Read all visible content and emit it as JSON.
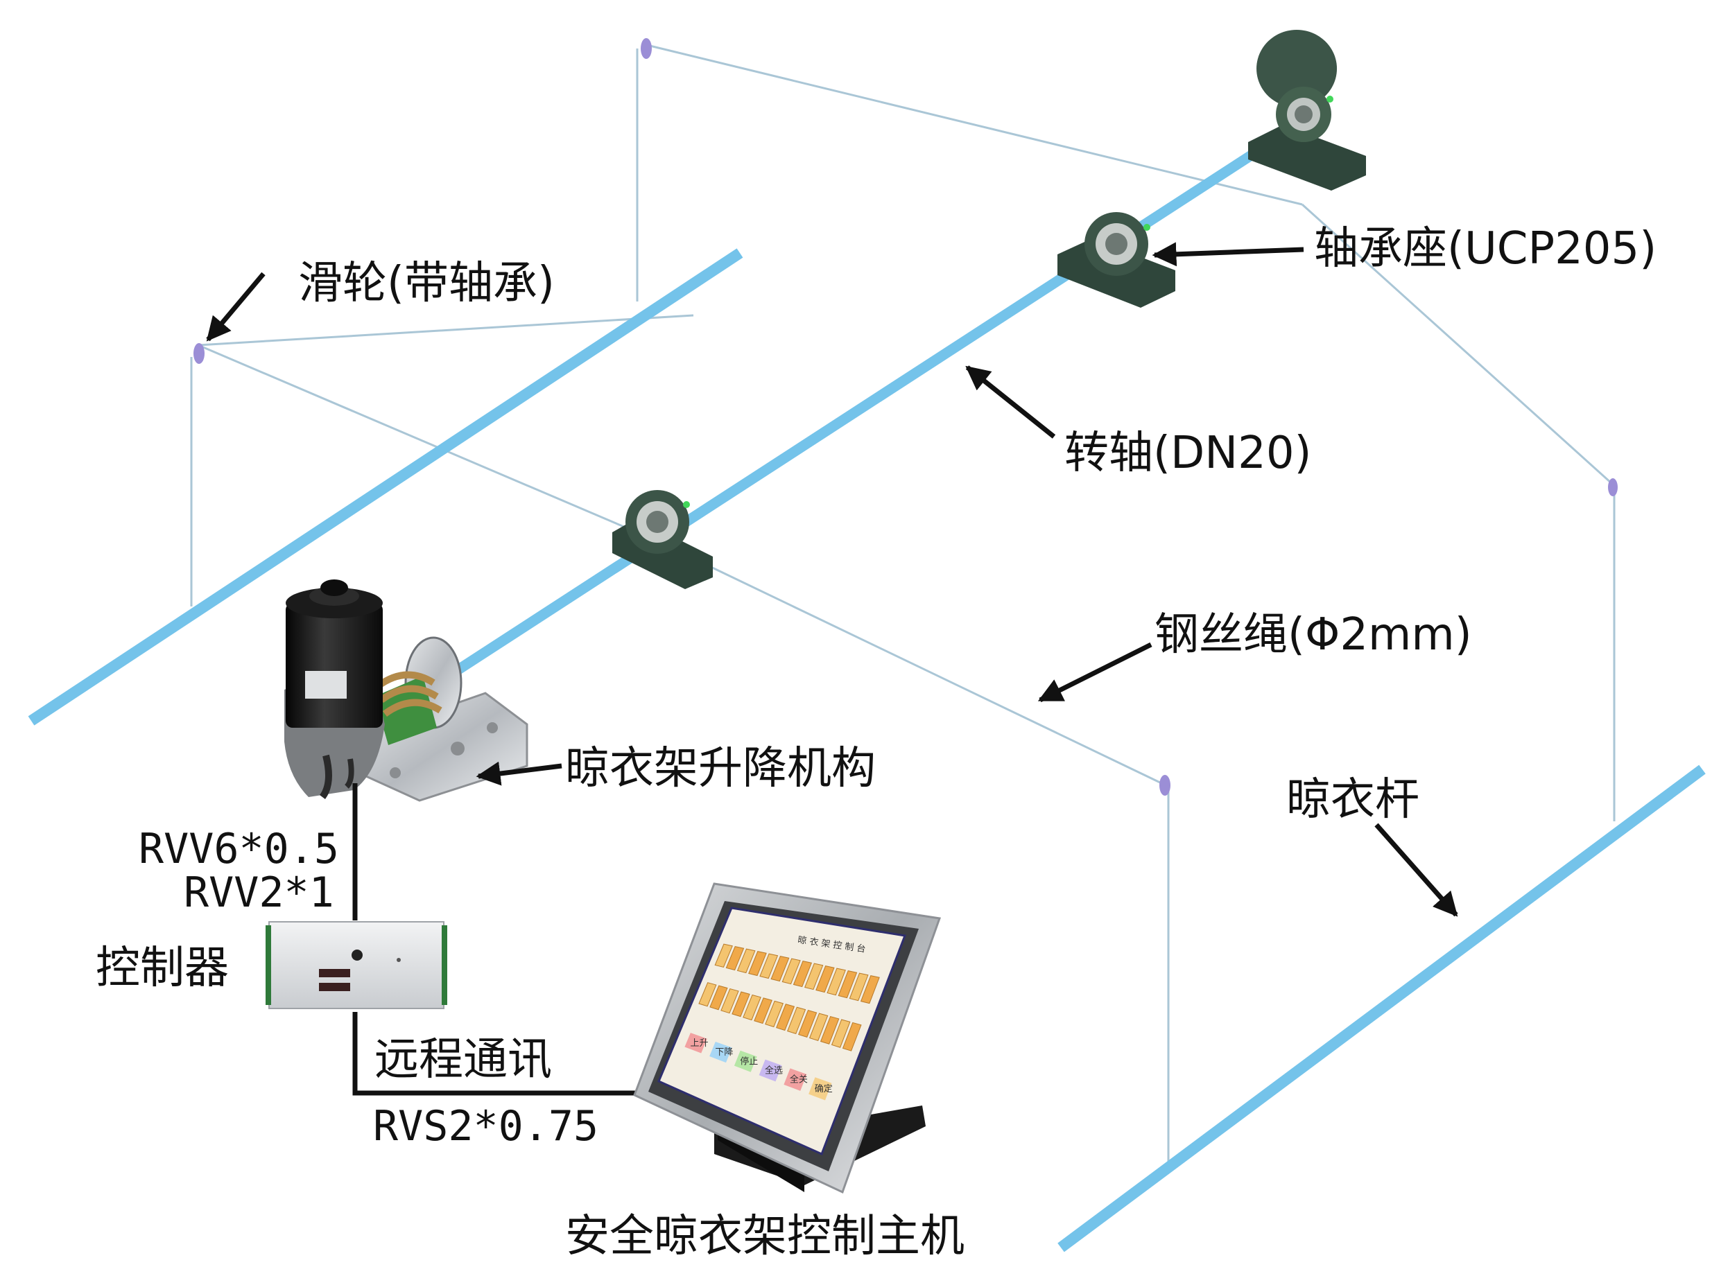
{
  "labels": {
    "pulley": "滑轮(带轴承)",
    "bearing_seat": "轴承座(UCP205)",
    "shaft": "转轴(DN20)",
    "wire_rope": "钢丝绳(Φ2mm)",
    "lift_mechanism": "晾衣架升降机构",
    "drying_rod": "晾衣杆",
    "cable_1": "RVV6*0.5",
    "cable_2": "RVV2*1",
    "controller": "控制器",
    "remote_comm": "远程通讯",
    "cable_3": "RVS2*0.75",
    "host": "安全晾衣架控制主机"
  },
  "screen": {
    "title": "晾 衣 架 控 制 台",
    "buttons": [
      "上升",
      "下降",
      "停止",
      "全选",
      "全关",
      "确定"
    ]
  },
  "colors": {
    "rod_blue": "#74c3ea",
    "rope": "#aac6d6",
    "bearing_green": "#3c5548",
    "pulley_purple": "#9b8ed6",
    "wire": "#111111",
    "screen_bg": "#fbf7ee",
    "screen_border": "#2e2e6e"
  }
}
